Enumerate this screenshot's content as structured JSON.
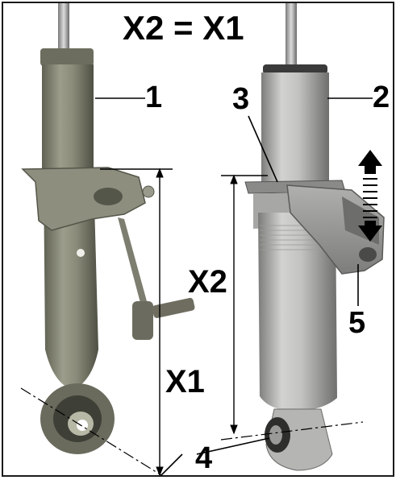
{
  "figure": {
    "equation": "X2 = X1",
    "dimensions": {
      "x1": "X1",
      "x2": "X2"
    },
    "callouts": {
      "c1": "1",
      "c2": "2",
      "c3": "3",
      "c4": "4",
      "c5": "5"
    },
    "arrow_direction": "up-down",
    "colors": {
      "background": "#ffffff",
      "ink": "#000000",
      "left_strut_body": "#8a8c7a",
      "right_strut_body": "#b9b9b7",
      "frame": "#1a1a1a"
    }
  }
}
